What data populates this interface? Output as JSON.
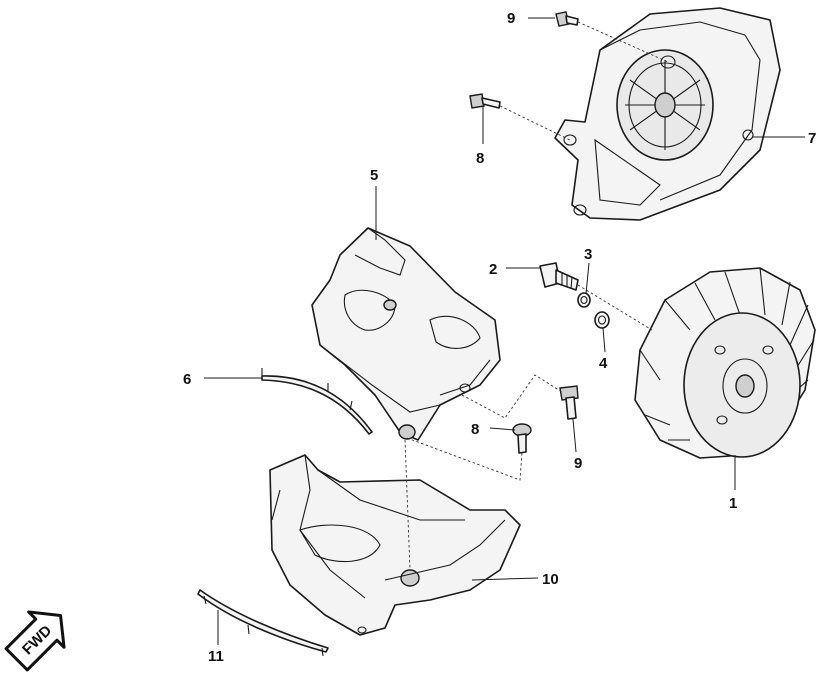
{
  "callouts": [
    {
      "id": "c1",
      "label": "1"
    },
    {
      "id": "c2",
      "label": "2"
    },
    {
      "id": "c3",
      "label": "3"
    },
    {
      "id": "c4",
      "label": "4"
    },
    {
      "id": "c5",
      "label": "5"
    },
    {
      "id": "c6",
      "label": "6"
    },
    {
      "id": "c7",
      "label": "7"
    },
    {
      "id": "c8a",
      "label": "8"
    },
    {
      "id": "c8b",
      "label": "8"
    },
    {
      "id": "c9a",
      "label": "9"
    },
    {
      "id": "c9b",
      "label": "9"
    },
    {
      "id": "c10",
      "label": "10"
    },
    {
      "id": "c11",
      "label": "11"
    }
  ],
  "fwd_label": "FWD",
  "colors": {
    "line": "#1a1a1a",
    "fill": "#f4f4f4",
    "shade": "#cfcfcf"
  }
}
